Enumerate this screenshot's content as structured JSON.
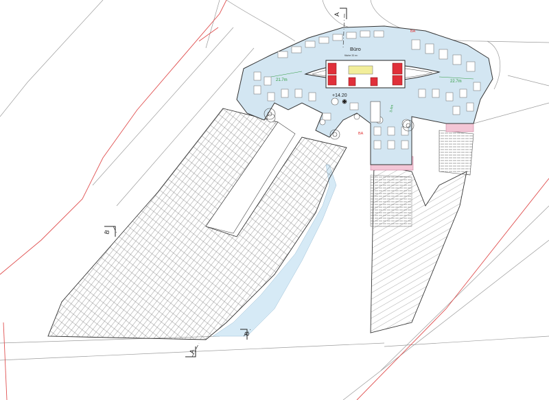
{
  "room": {
    "name": "Büro",
    "area": "fläche 33 m²"
  },
  "elevation": "+14.20",
  "dimensions": {
    "left": "21.7m",
    "right": "22.7m",
    "mid": "3.4m"
  },
  "markers": {
    "ba_top": "BA",
    "ba_center": "BA"
  },
  "sections": {
    "a_top": "A",
    "a_bottom": "A",
    "b_left": "B",
    "b_bottom": "B"
  },
  "colors": {
    "office_fill": "#d3e6f2",
    "core_red": "#e0303a",
    "stair_yellow": "#f2ee9a",
    "pink_band": "#f3c6d6",
    "water": "#d6eaf6",
    "boundary_red": "#e05050",
    "dim_green": "#2c9a3c",
    "line_dark": "#333333"
  }
}
